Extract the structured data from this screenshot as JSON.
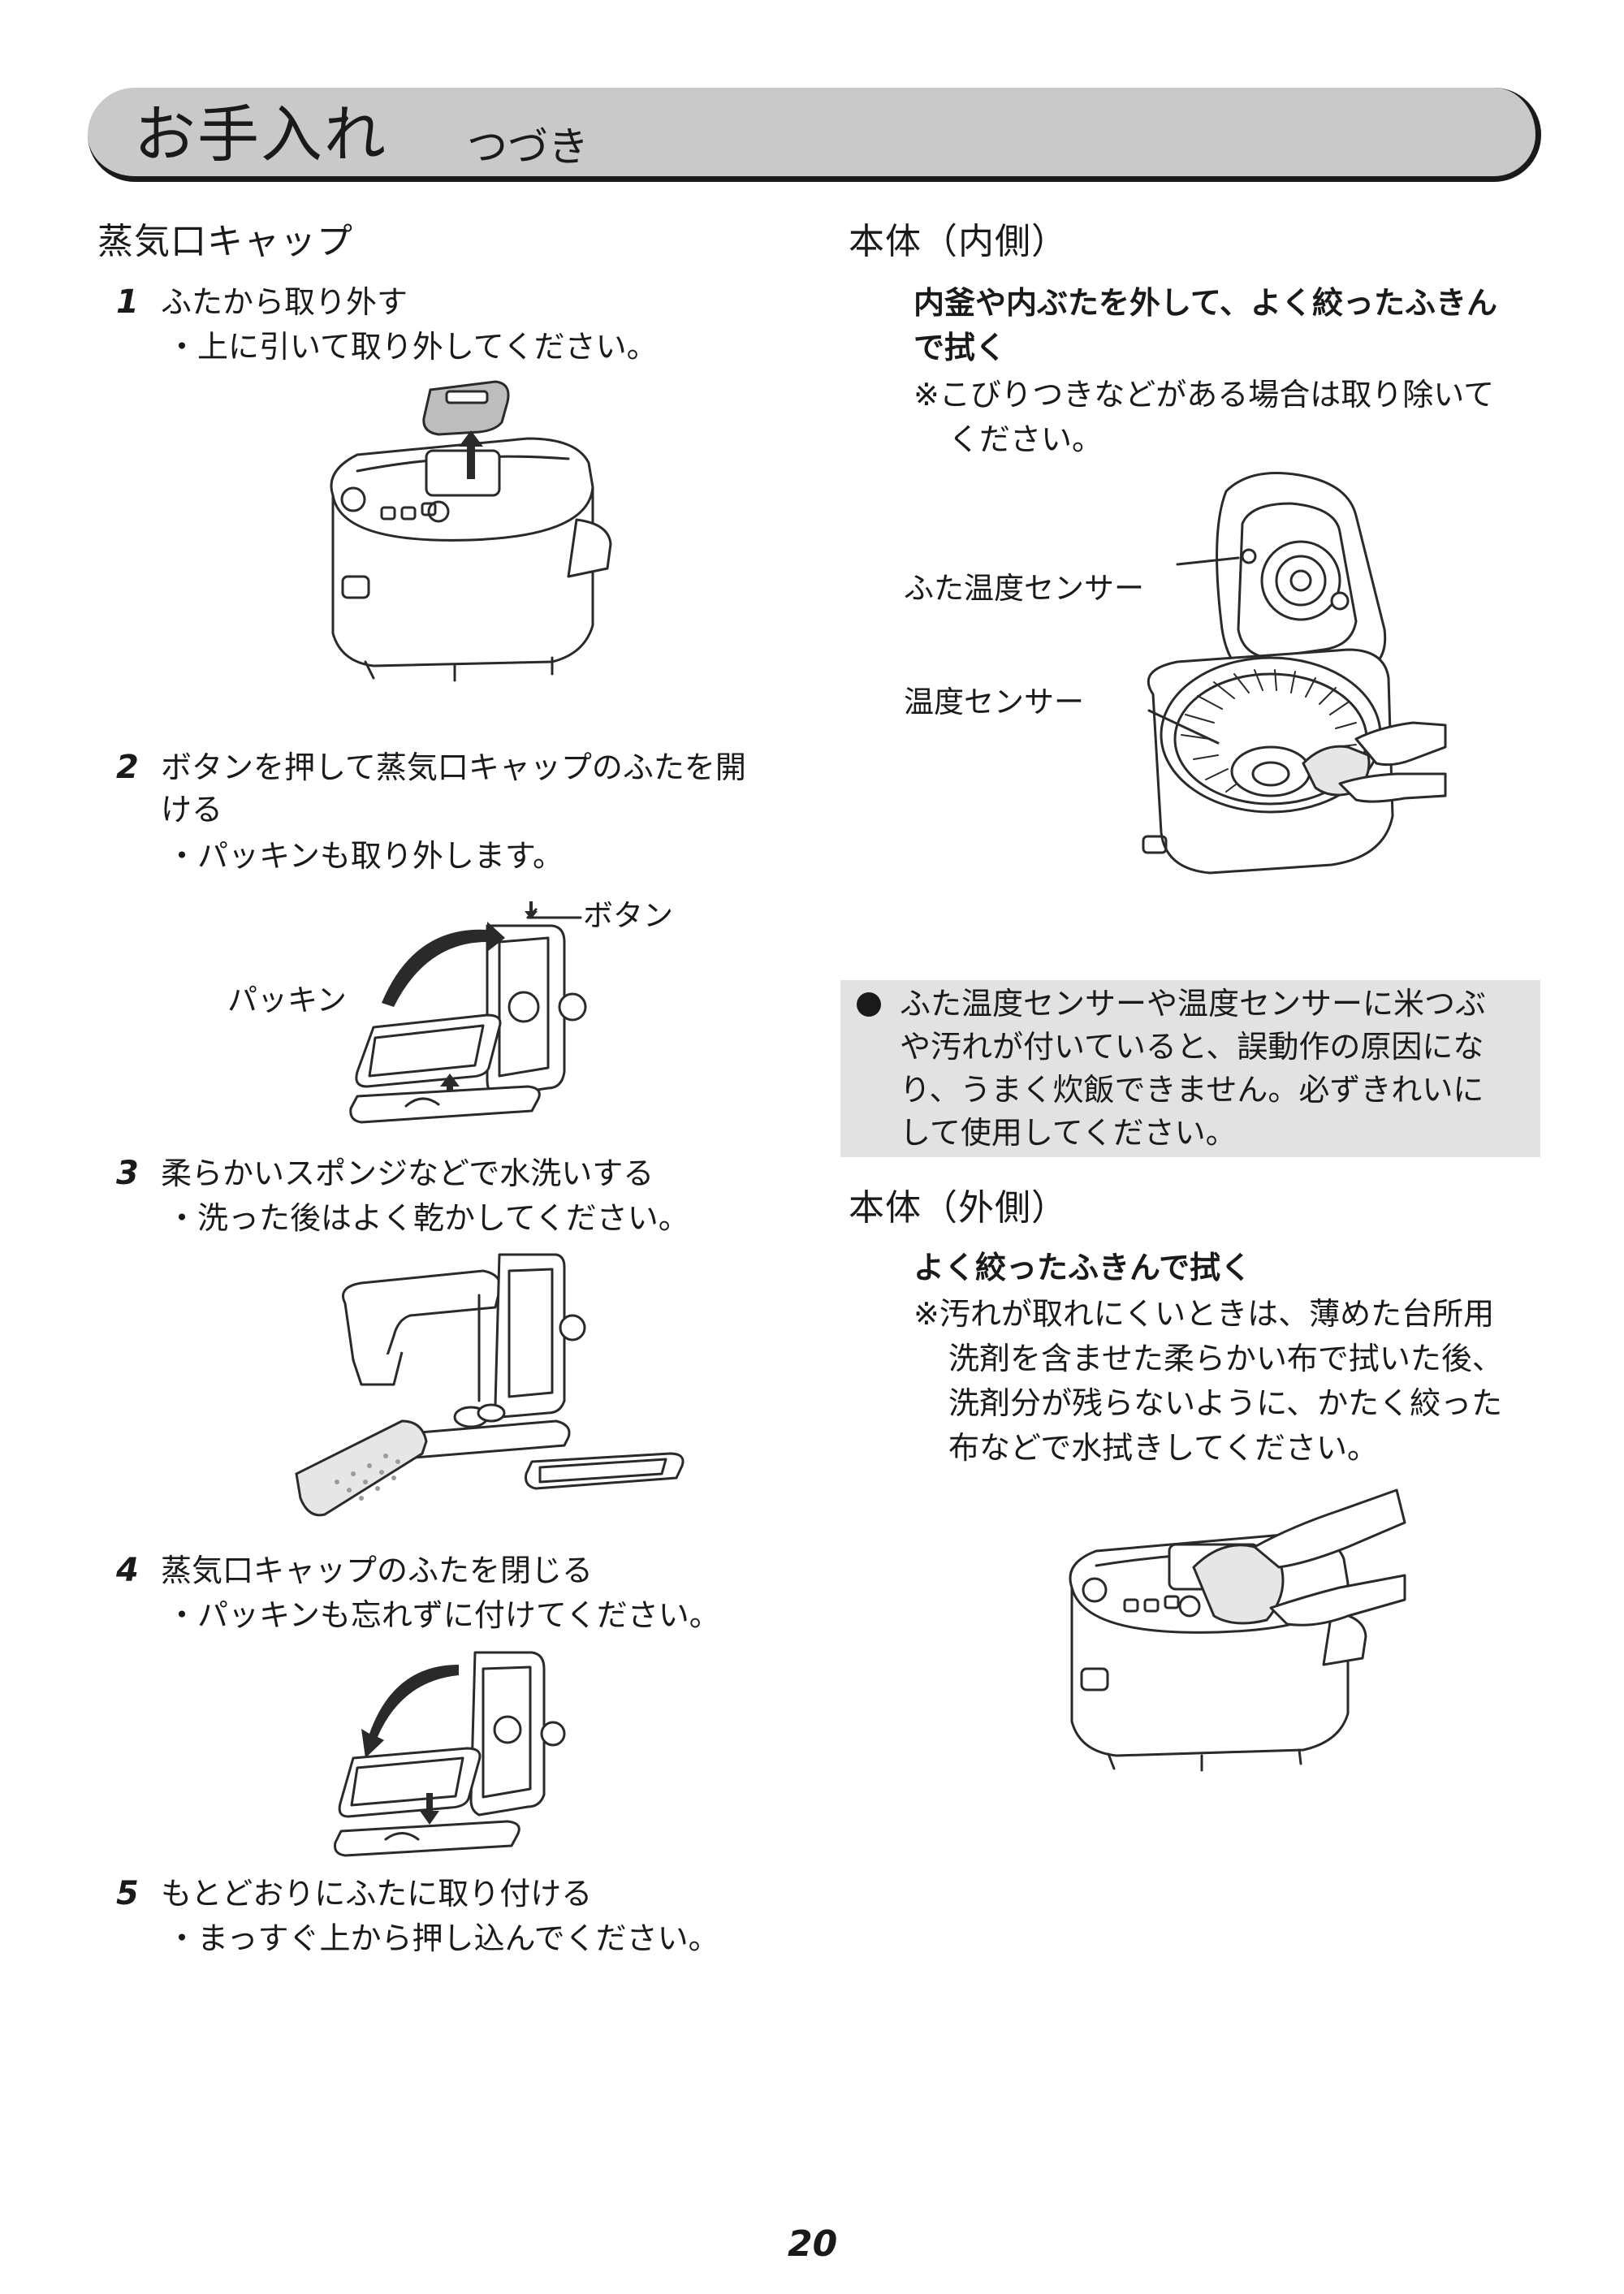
{
  "header": {
    "title": "お手入れ",
    "subtitle": "つづき"
  },
  "left": {
    "section_title": "蒸気口キャップ",
    "steps": [
      {
        "num": "1",
        "text": "ふたから取り外す",
        "bullet": "・上に引いて取り外してください。"
      },
      {
        "num": "2",
        "text_line1": "ボタンを押して蒸気口キャップのふたを開",
        "text_line2": "ける",
        "bullet": "・パッキンも取り外します。",
        "label_button": "ボタン",
        "label_packing": "パッキン"
      },
      {
        "num": "3",
        "text": "柔らかいスポンジなどで水洗いする",
        "bullet": "・洗った後はよく乾かしてください。"
      },
      {
        "num": "4",
        "text": "蒸気口キャップのふたを閉じる",
        "bullet": "・パッキンも忘れずに付けてください。"
      },
      {
        "num": "5",
        "text": "もとどおりにふたに取り付ける",
        "bullet": "・まっすぐ上から押し込んでください。"
      }
    ]
  },
  "right": {
    "inner": {
      "section_title": "本体（内側）",
      "bold_line1": "内釜や内ぶたを外して、よく絞ったふきん",
      "bold_line2": "で拭く",
      "note_line1": "※こびりつきなどがある場合は取り除いて",
      "note_line2": "ください。",
      "label_lid_sensor": "ふた温度センサー",
      "label_sensor": "温度センサー"
    },
    "warning": {
      "line1": "ふた温度センサーや温度センサーに米つぶ",
      "line2": "や汚れが付いていると、誤動作の原因にな",
      "line3": "り、うまく炊飯できません。必ずきれいに",
      "line4": "して使用してください。"
    },
    "outer": {
      "section_title": "本体（外側）",
      "bold_line": "よく絞ったふきんで拭く",
      "note_line1": "※汚れが取れにくいときは、薄めた台所用",
      "note_line2": "洗剤を含ませた柔らかい布で拭いた後、",
      "note_line3": "洗剤分が残らないように、かたく絞った",
      "note_line4": "布などで水拭きしてください。"
    }
  },
  "page_number": "20"
}
